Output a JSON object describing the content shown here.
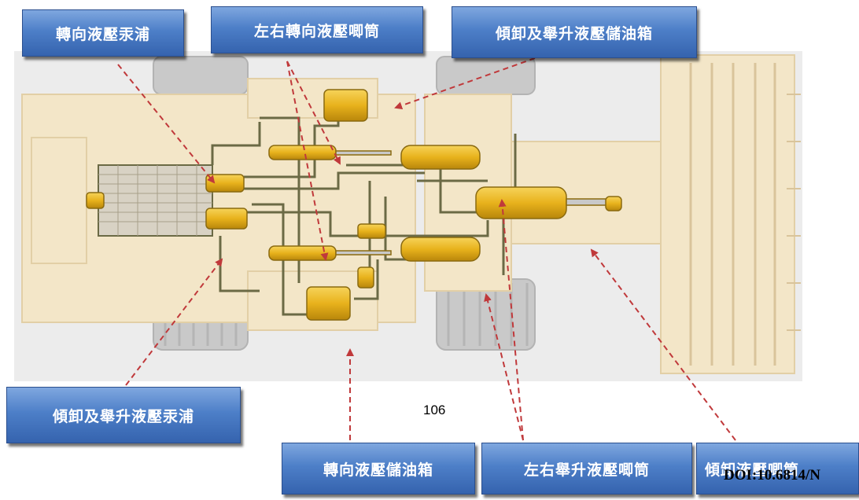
{
  "labels": {
    "steering_pump": "轉向液壓汞浦",
    "steering_cylinders": "左右轉向液壓唧筒",
    "dump_lift_tank": "傾卸及舉升液壓儲油箱",
    "dump_lift_pump": "傾卸及舉升液壓汞浦",
    "steering_tank": "轉向液壓儲油箱",
    "lift_cylinders": "左右舉升液壓唧筒",
    "dump_cylinder": "傾卸液壓唧筒"
  },
  "page_number": "106",
  "doi_text": "DOI:10.6814/N",
  "colors": {
    "callout_blue": "#3f6fba",
    "arrow_red": "#c0393b",
    "chassis": "#f3e6c8",
    "hydraulic": "#e9b825",
    "pipe": "#6b6a45"
  }
}
